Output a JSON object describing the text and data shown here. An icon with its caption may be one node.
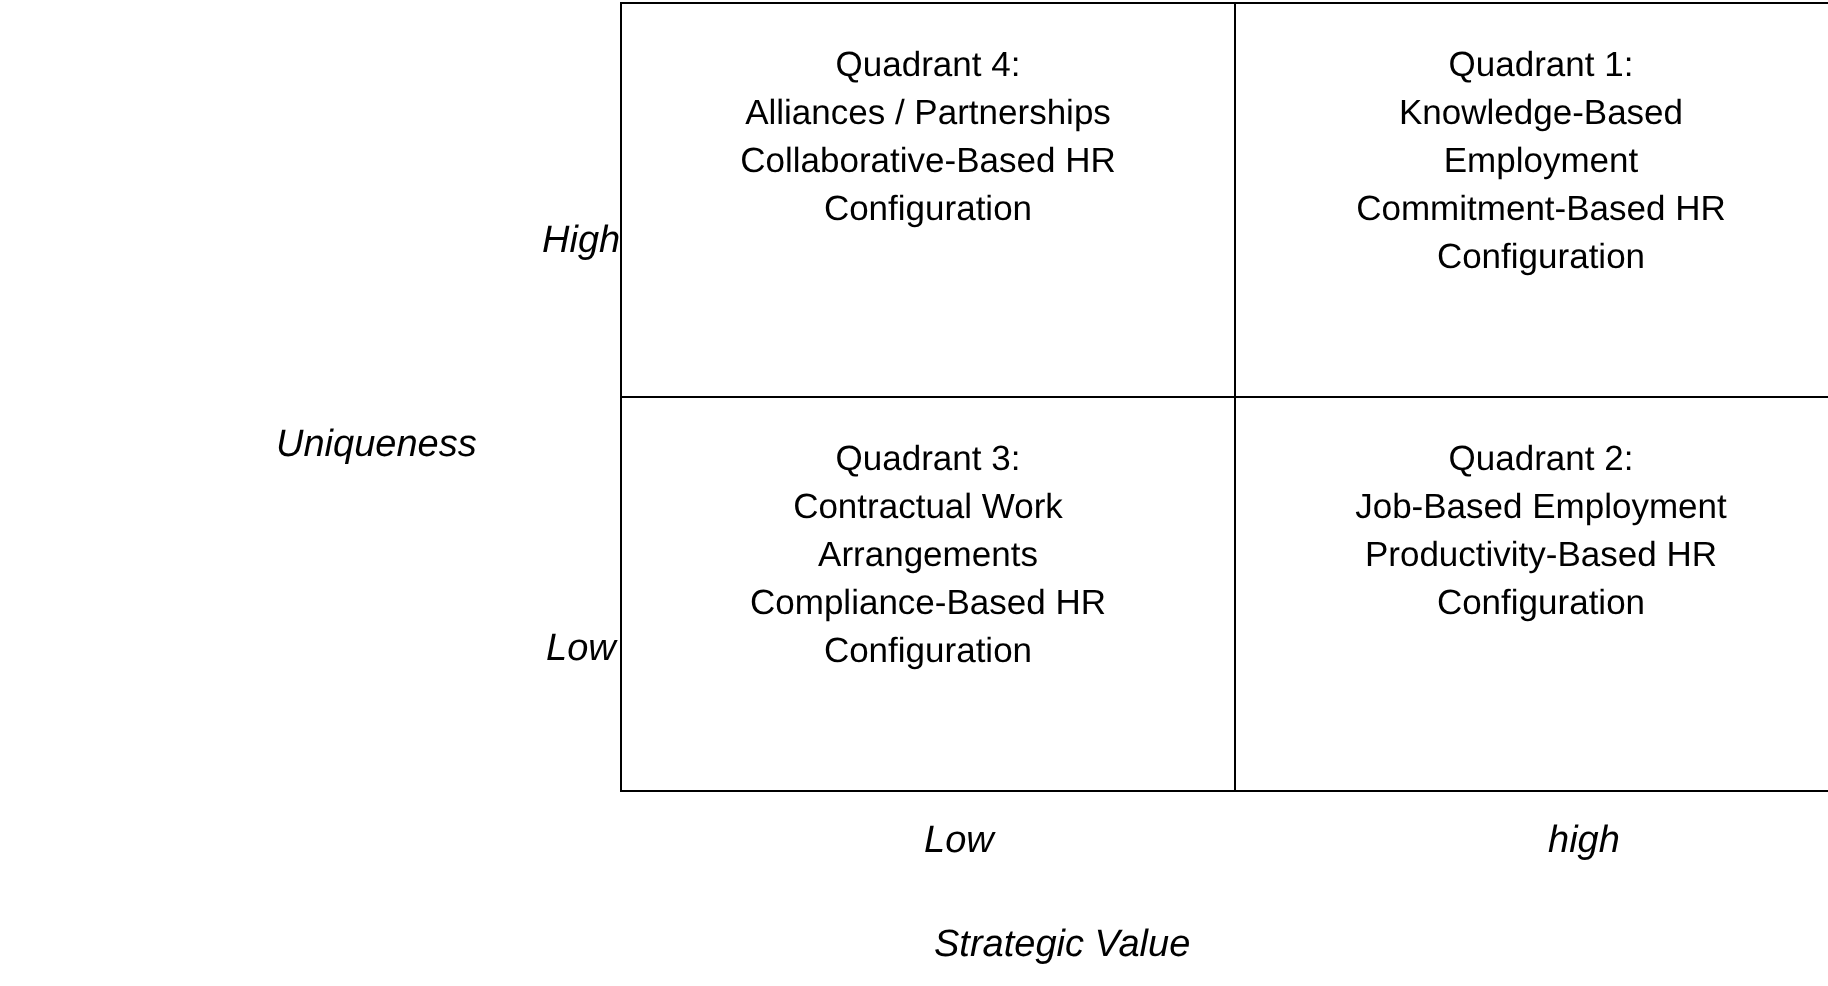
{
  "diagram": {
    "nodes": [
      {
        "text": [
          "Quadrant 4:",
          "Alliances / Partnerships",
          "Collaborative-Based HR Configuration"
        ]
      },
      {
        "text": [
          "Quadrant 1:",
          "Knowledge-Based Employment",
          "Commitment-Based HR Configuration"
        ]
      },
      {
        "text": [
          "Quadrant 3:",
          "Contractual Work Arrangements",
          "Compliance-Based HR Configuration"
        ]
      },
      {
        "text": [
          "Quadrant 2:",
          "Job-Based Employment",
          "Productivity-Based HR Configuration"
        ]
      }
    ],
    "labels": [
      "High",
      "Uniqueness",
      "Low",
      "Low",
      "high",
      "Strategic Value"
    ]
  }
}
